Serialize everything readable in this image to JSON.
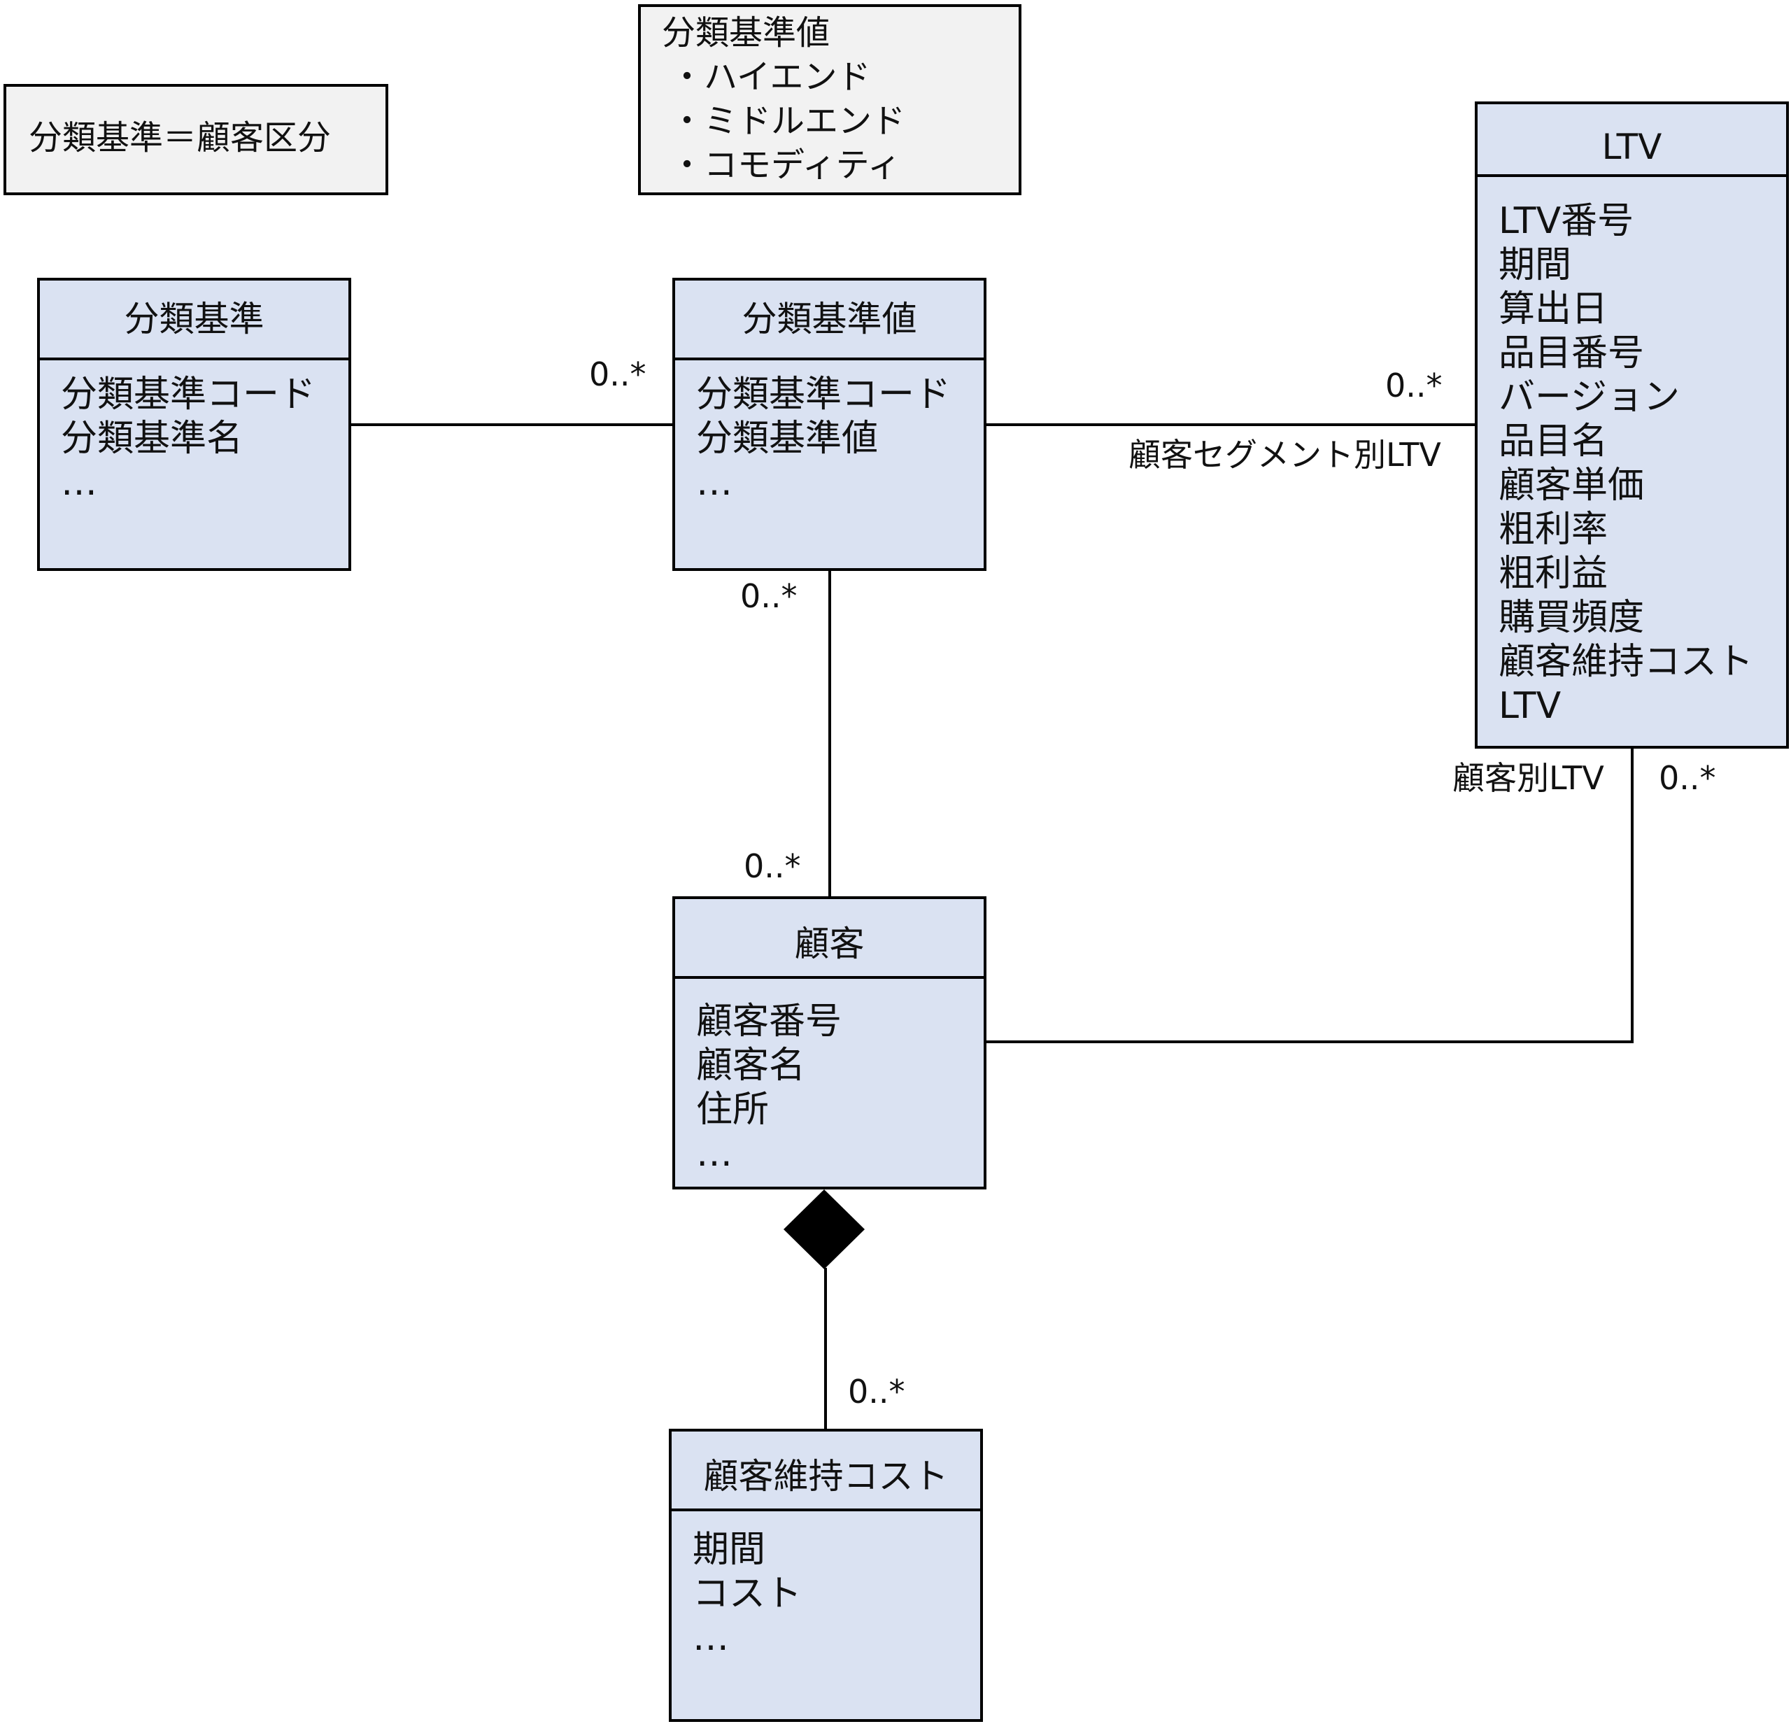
{
  "notes": {
    "criteria": "分類基準＝顧客区分",
    "values_title": "分類基準値",
    "values_items": [
      "・ハイエンド",
      "・ミドルエンド",
      "・コモディティ"
    ]
  },
  "classes": {
    "criterion": {
      "name": "分類基準",
      "attributes": [
        "分類基準コード",
        "分類基準名",
        "…"
      ]
    },
    "criterion_value": {
      "name": "分類基準値",
      "attributes": [
        "分類基準コード",
        "分類基準値",
        "…"
      ]
    },
    "ltv": {
      "name": "LTV",
      "attributes": [
        "LTV番号",
        "期間",
        "算出日",
        "品目番号",
        "バージョン",
        "品目名",
        "顧客単価",
        "粗利率",
        "粗利益",
        "購買頻度",
        "顧客維持コスト",
        "LTV"
      ]
    },
    "customer": {
      "name": "顧客",
      "attributes": [
        "顧客番号",
        "顧客名",
        "住所",
        "…"
      ]
    },
    "retention_cost": {
      "name": "顧客維持コスト",
      "attributes": [
        "期間",
        "コスト",
        "…"
      ]
    }
  },
  "associations": {
    "criterion_value_multiplicity": "0..*",
    "segment_ltv_multiplicity": "0..*",
    "segment_ltv_label": "顧客セグメント別LTV",
    "value_to_customer_top": "0..*",
    "value_to_customer_bottom": "0..*",
    "customer_ltv_label": "顧客別LTV",
    "customer_ltv_multiplicity": "0..*",
    "composition_multiplicity": "0..*"
  }
}
